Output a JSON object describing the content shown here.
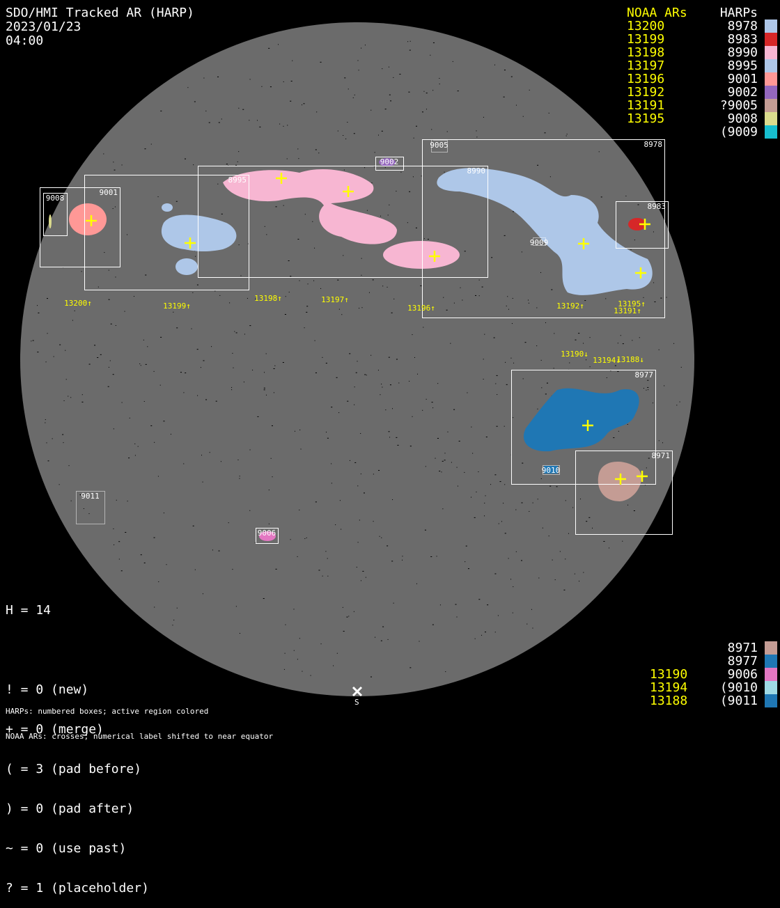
{
  "header": {
    "title": "SDO/HMI Tracked AR (HARP)",
    "date": "2023/01/23",
    "time": "04:00"
  },
  "legend_top": {
    "noaa_heading": "NOAA ARs",
    "harp_heading": "HARPs",
    "rows": [
      {
        "noaa": "13200",
        "harp": "8978",
        "color": "#aec7e8"
      },
      {
        "noaa": "13199",
        "harp": "8983",
        "color": "#d62728"
      },
      {
        "noaa": "13198",
        "harp": "8990",
        "color": "#f7b6d2"
      },
      {
        "noaa": "13197",
        "harp": "8995",
        "color": "#aec7e8"
      },
      {
        "noaa": "13196",
        "harp": "9001",
        "color": "#ff9896"
      },
      {
        "noaa": "13192",
        "harp": "9002",
        "color": "#9467bd"
      },
      {
        "noaa": "13191",
        "harp": "?9005",
        "color": "#c49c94"
      },
      {
        "noaa": "13195",
        "harp": "9008",
        "color": "#dbdb8d"
      },
      {
        "noaa": "",
        "harp": "(9009",
        "color": "#17becf"
      }
    ]
  },
  "legend_bottom": {
    "rows": [
      {
        "noaa": "",
        "harp": "8971",
        "color": "#c49c94"
      },
      {
        "noaa": "",
        "harp": "8977",
        "color": "#1f77b4"
      },
      {
        "noaa": "13190",
        "harp": "9006",
        "color": "#e377c2"
      },
      {
        "noaa": "13194",
        "harp": "(9010",
        "color": "#9edae5"
      },
      {
        "noaa": "13188",
        "harp": "(9011",
        "color": "#1f77b4"
      }
    ]
  },
  "stats": {
    "h": "H = 14",
    "lines": [
      "! = 0 (new)",
      "+ = 0 (merge)",
      "( = 3 (pad before)",
      ") = 0 (pad after)",
      "~ = 0 (use past)",
      "? = 1 (placeholder)"
    ]
  },
  "footer": {
    "line1": "HARPs: numbered boxes; active region colored",
    "line2": "NOAA ARs: crosses; numerical label shifted to near equator"
  },
  "south_marker": {
    "label": "S"
  },
  "harp_boxes": [
    "8978",
    "9005",
    "8990",
    "8995",
    "9001",
    "9008",
    "9002",
    "8983",
    "9009",
    "8977",
    "8971",
    "9010",
    "9011",
    "9006"
  ],
  "noaa_labels": [
    "13200↑",
    "13199↑",
    "13198↑",
    "13197↑",
    "13196↑",
    "13192↑",
    "13195↑",
    "13191↑",
    "13190↓",
    "13194↓",
    "13188↓"
  ],
  "colors": {
    "disk": "#6b6b6b",
    "noaa": "#ffff00",
    "box": "#ffffff"
  }
}
